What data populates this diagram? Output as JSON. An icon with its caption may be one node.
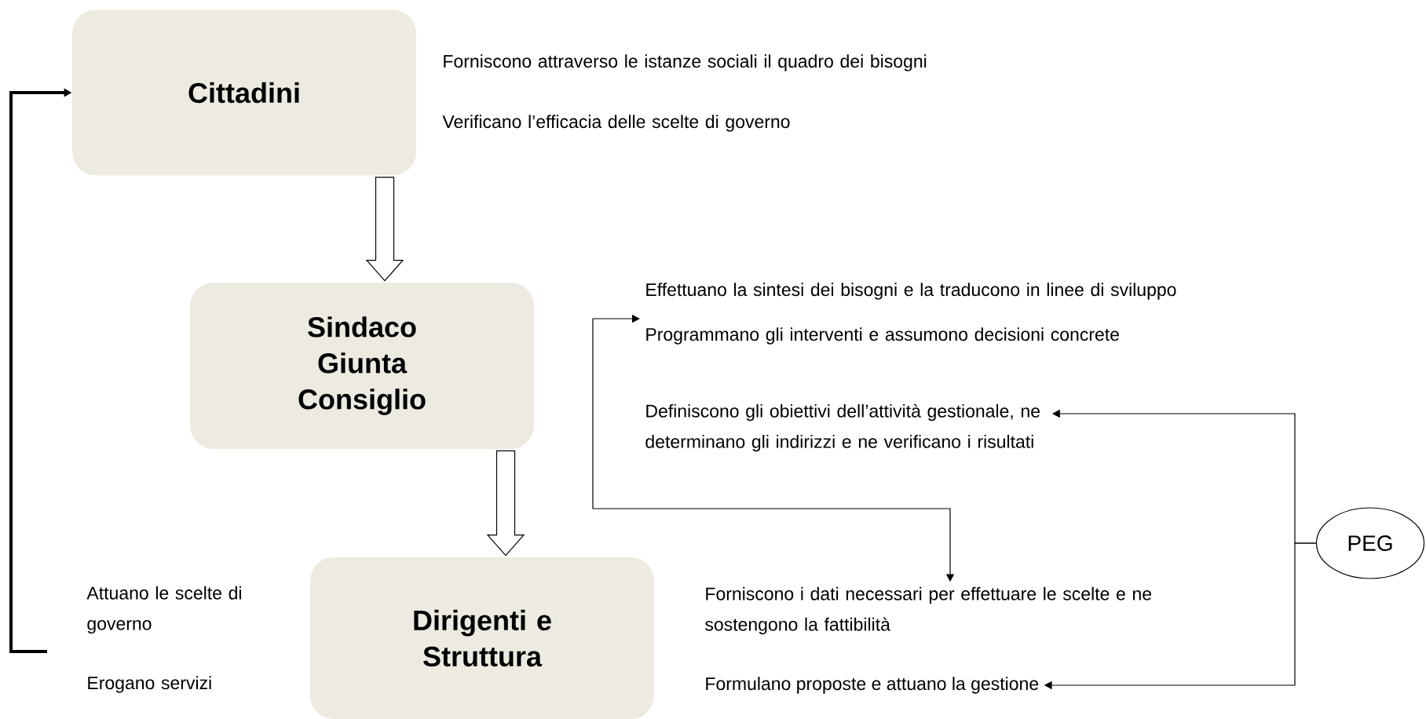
{
  "diagram": {
    "nodes": [
      {
        "text": [
          "Cittadini"
        ]
      },
      {
        "text": [
          "Sindaco Giunta Consiglio"
        ]
      },
      {
        "text": [
          "Dirigenti e Struttura"
        ]
      },
      {
        "text": [
          "Forniscono attraverso le istanze sociali il quadro dei bisogni"
        ]
      },
      {
        "text": [
          "Verificano l’efficacia delle scelte di governo"
        ]
      },
      {
        "text": [
          "Effettuano la sintesi dei bisogni e la traducono in linee di sviluppo"
        ]
      },
      {
        "text": [
          "Programmano gli interventi e assumono decisioni concrete"
        ]
      },
      {
        "text": [
          "Definiscono gli obiettivi dell’attività gestionale, ne determinano gli indirizzi e ne verificano i risultati"
        ]
      },
      {
        "text": [
          "Forniscono i dati necessari per effettuare le scelte e ne sostengono la fattibilità"
        ]
      },
      {
        "text": [
          "Formulano proposte e attuano la gestione"
        ]
      },
      {
        "text": [
          "Attuano le scelte di governo"
        ]
      },
      {
        "text": [
          "Erogano servizi"
        ]
      },
      {
        "text": [
          "PEG"
        ]
      }
    ],
    "edges": [
      {
        "from": 0,
        "to": 1,
        "arrow": "to"
      },
      {
        "from": 1,
        "to": 2,
        "arrow": "to"
      },
      {
        "from": null,
        "to": 0,
        "arrow": "to",
        "style": "thick"
      },
      {
        "from": 6,
        "to": 8,
        "arrow": "both"
      },
      {
        "from": 12,
        "to": 7,
        "arrow": "to"
      },
      {
        "from": 12,
        "to": 9,
        "arrow": "to"
      }
    ]
  }
}
